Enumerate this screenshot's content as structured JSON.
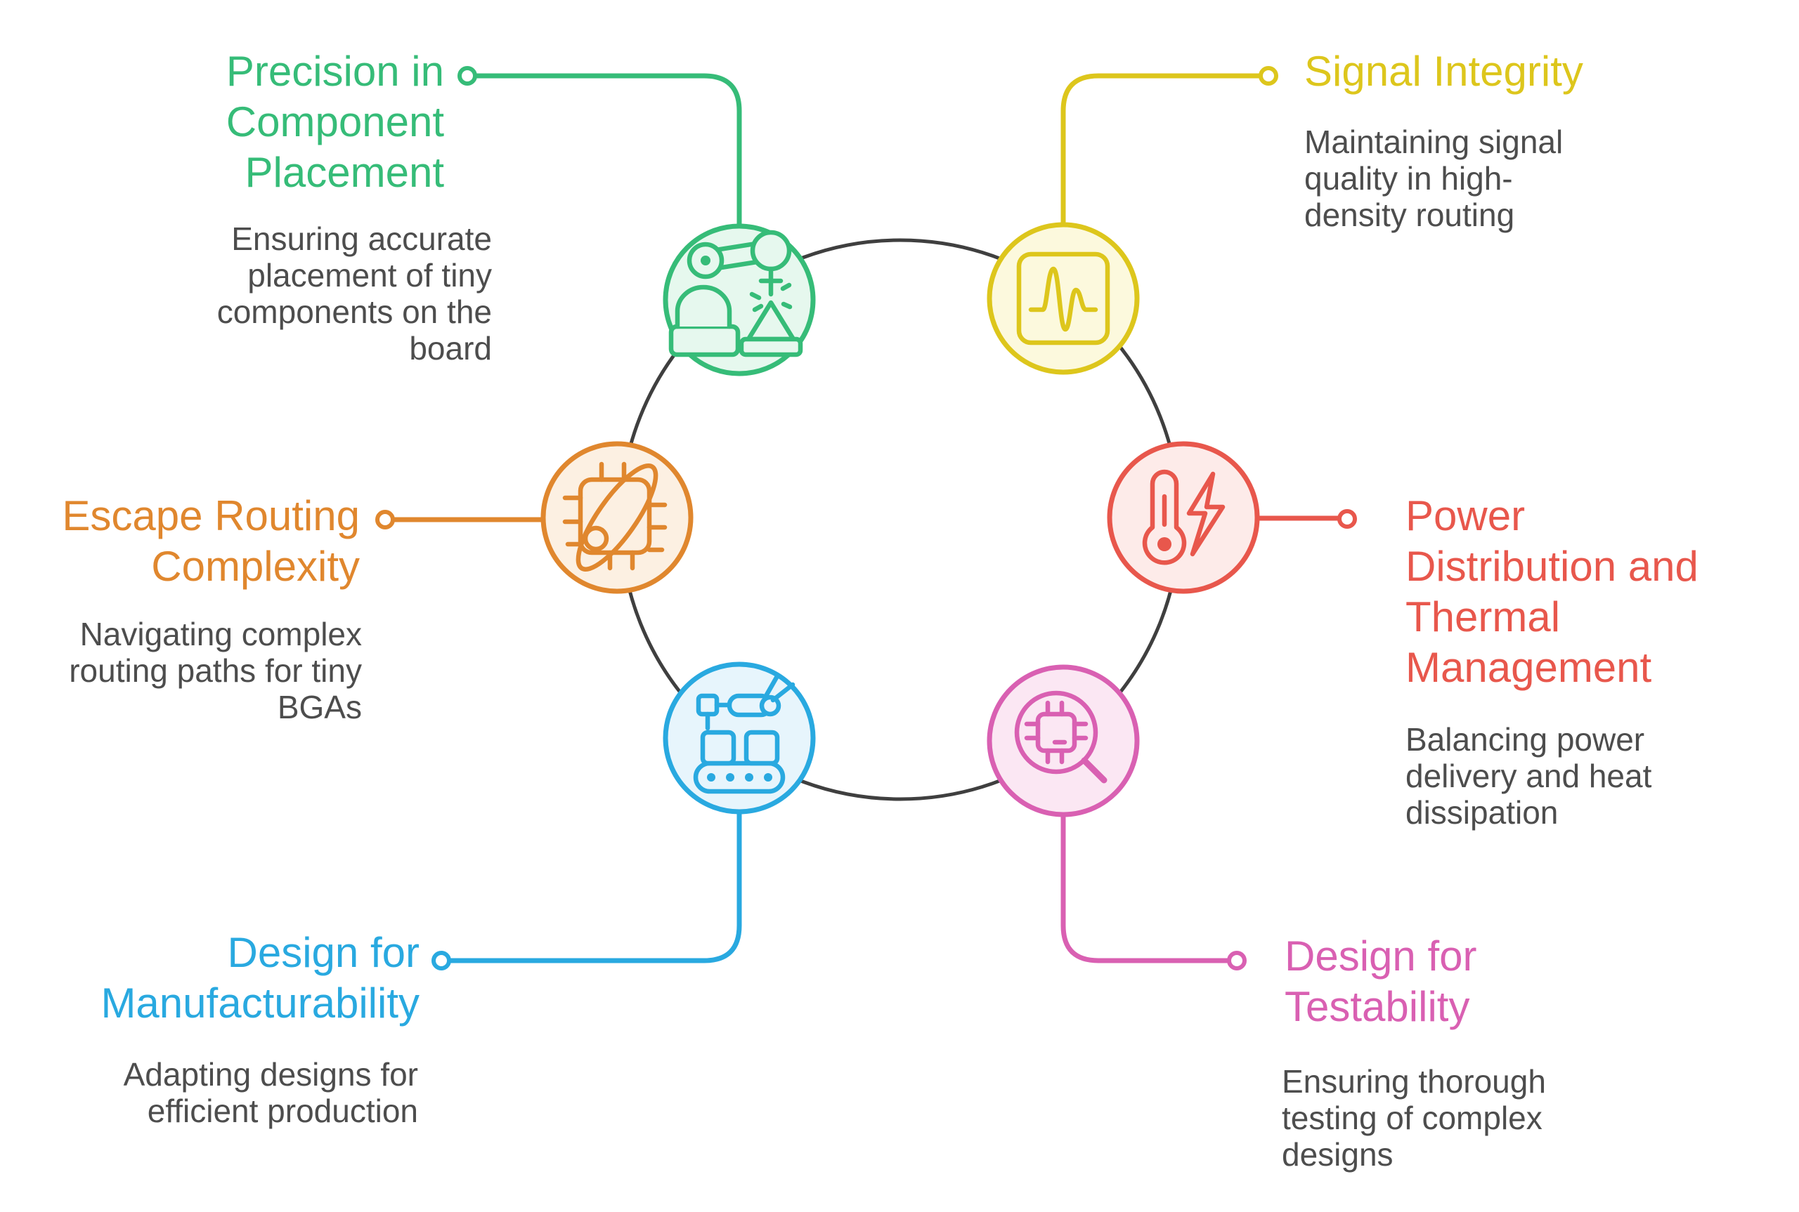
{
  "background": "#ffffff",
  "ring_color": "#3f3f3f",
  "description_text_color": "#4d4d4d",
  "items": [
    {
      "id": "precision-in-component-placement",
      "title": "Precision in\nComponent\nPlacement",
      "description": "Ensuring accurate\nplacement of tiny\ncomponents on the\nboard",
      "color": "#36bc78",
      "tint": "#e6f8ee",
      "icon": "robot-arm-icon",
      "position": "top-left"
    },
    {
      "id": "signal-integrity",
      "title": "Signal Integrity",
      "description": "Maintaining signal\nquality in high-\ndensity routing",
      "color": "#ddc61c",
      "tint": "#fcf9dd",
      "icon": "waveform-icon",
      "position": "top-right"
    },
    {
      "id": "escape-routing-complexity",
      "title": "Escape Routing\nComplexity",
      "description": "Navigating complex\nrouting paths for tiny\nBGAs",
      "color": "#e0872e",
      "tint": "#fcf0e2",
      "icon": "chip-routing-icon",
      "position": "mid-left"
    },
    {
      "id": "power-distribution-thermal",
      "title": "Power\nDistribution and\nThermal\nManagement",
      "description": "Balancing power\ndelivery and heat\ndissipation",
      "color": "#e8574c",
      "tint": "#fdebe9",
      "icon": "thermometer-bolt-icon",
      "position": "mid-right"
    },
    {
      "id": "design-for-manufacturability",
      "title": "Design for\nManufacturability",
      "description": "Adapting designs for\nefficient production",
      "color": "#29a9e0",
      "tint": "#e7f5fc",
      "icon": "conveyor-icon",
      "position": "bottom-left"
    },
    {
      "id": "design-for-testability",
      "title": "Design for\nTestability",
      "description": "Ensuring thorough\ntesting of complex\ndesigns",
      "color": "#d960b2",
      "tint": "#fbe7f3",
      "icon": "chip-magnifier-icon",
      "position": "bottom-right"
    }
  ]
}
